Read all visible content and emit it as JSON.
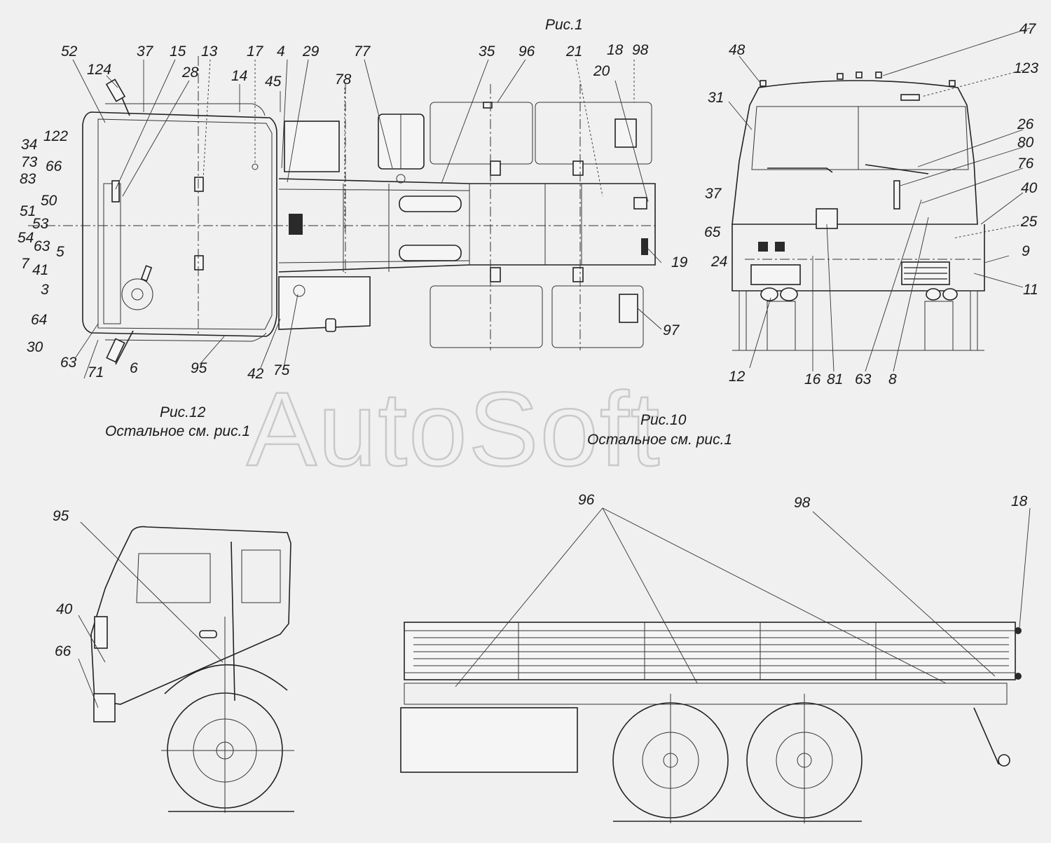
{
  "captions": {
    "fig1_title": "Рис.1",
    "fig12_title": "Рис.12",
    "fig12_note": "Остальное см. рис.1",
    "fig10_title": "Рис.10",
    "fig10_note": "Остальное см. рис.1"
  },
  "watermark": "AutoSoft",
  "callouts_top_view": [
    "52",
    "124",
    "37",
    "15",
    "13",
    "17",
    "4",
    "29",
    "77",
    "35",
    "96",
    "21",
    "18",
    "98",
    "20",
    "28",
    "14",
    "45",
    "78",
    "122",
    "34",
    "73",
    "66",
    "83",
    "50",
    "51",
    "53",
    "54",
    "63",
    "5",
    "7",
    "41",
    "3",
    "64",
    "30",
    "63",
    "71",
    "6",
    "95",
    "42",
    "75",
    "19",
    "97"
  ],
  "callouts_front_view": [
    "48",
    "47",
    "123",
    "31",
    "26",
    "80",
    "76",
    "37",
    "40",
    "65",
    "25",
    "9",
    "24",
    "11",
    "12",
    "16",
    "81",
    "63",
    "8"
  ],
  "callouts_cab_side": [
    "95",
    "40",
    "66"
  ],
  "callouts_truck_side": [
    "96",
    "98",
    "18"
  ]
}
